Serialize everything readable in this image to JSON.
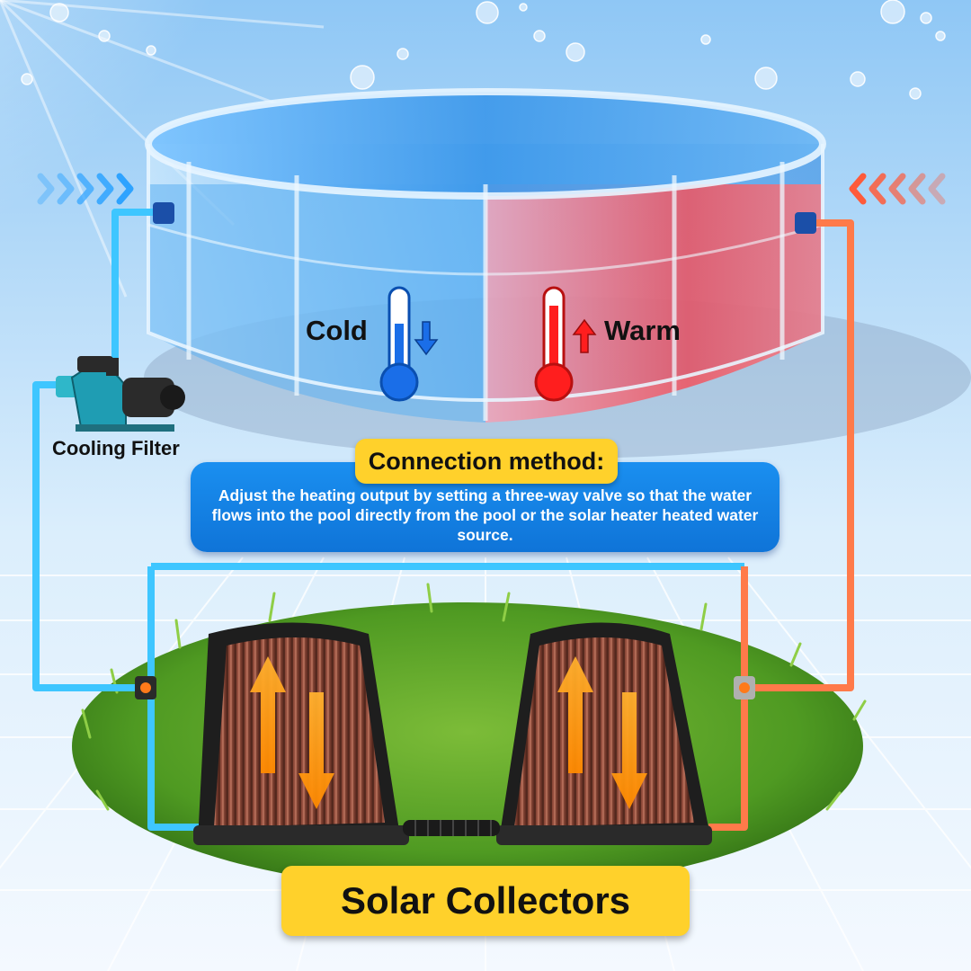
{
  "pool": {
    "cold_label": "Cold",
    "warm_label": "Warm"
  },
  "pump": {
    "label": "Cooling Filter"
  },
  "connection": {
    "title": "Connection method:",
    "body": "Adjust the heating output by setting a three-way valve so that the water flows into the pool directly from the pool or the solar heater heated water source."
  },
  "collectors": {
    "label": "Solar Collectors"
  },
  "colors": {
    "cold": "#1a8ff0",
    "warm": "#ff3a2a",
    "highlight": "#ffd12b",
    "background": "#cfe6fb"
  }
}
